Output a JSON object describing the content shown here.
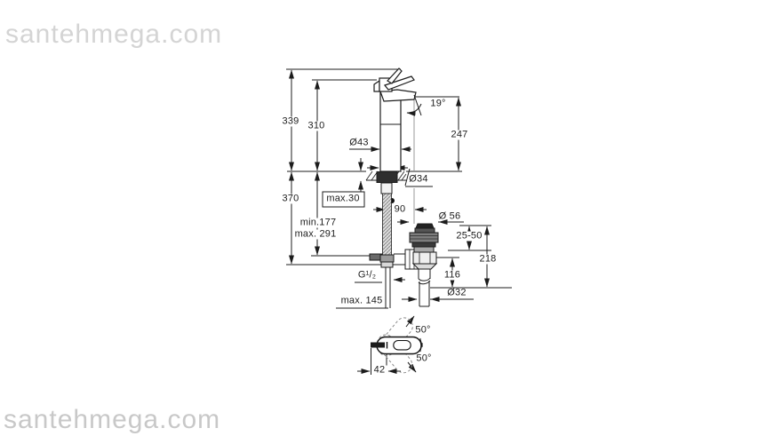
{
  "watermark": {
    "top": "santehmega.com",
    "bottom": "santehmega.com"
  },
  "dimensions": {
    "overall_height": "339",
    "body_height": "310",
    "body_diameter": "Ø43",
    "spout_angle": "19°",
    "spout_height": "247",
    "under_deck_370": "370",
    "deck_thickness": "max.30",
    "shank_diameter": "Ø34",
    "spout_projection": "90",
    "hose_min": "min.177",
    "hose_max": "max. 291",
    "flange_diameter": "Ø 56",
    "basin_range": "25-50",
    "drain_height": "218",
    "thread_size": "G¹/₂",
    "tailpipe_length": "116",
    "hose_depth": "max. 145",
    "tailpipe_diameter": "Ø32",
    "swivel_angle_upper": "50°",
    "swivel_angle_lower": "50°",
    "handle_offset": "42"
  }
}
